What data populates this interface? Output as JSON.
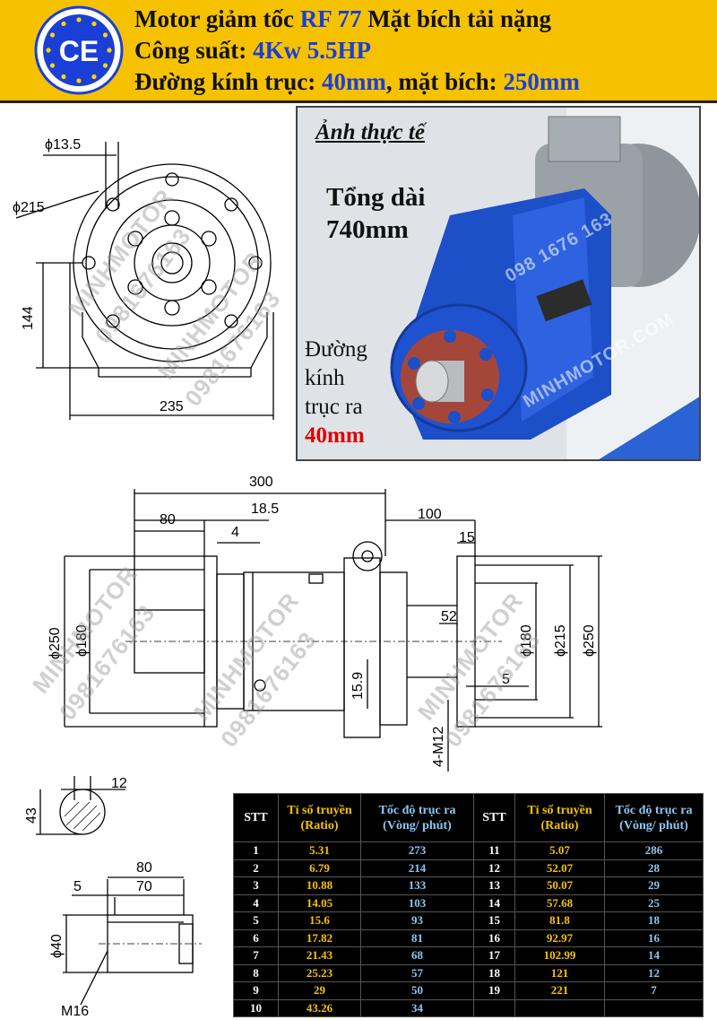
{
  "header": {
    "line1": {
      "prefix": "Motor giảm tốc ",
      "model": "RF 77",
      "suffix": " Mặt bích tải nặng"
    },
    "line2": {
      "prefix": "Công suất: ",
      "power": "4Kw 5.5HP"
    },
    "line3": {
      "prefix": "Đường kính trục: ",
      "shaft": "40mm",
      "mid": ", mặt bích: ",
      "flange": "250mm"
    },
    "logo": "ce-logo",
    "logo_text": "CE",
    "colors": {
      "background": "#f6c200",
      "accent": "#1a3fd6"
    }
  },
  "front_view": {
    "dims": {
      "hole": "ϕ13.5",
      "pcd": "ϕ215",
      "height": "144",
      "width": "235"
    }
  },
  "photo": {
    "caption": "Ảnh thực tế",
    "length_label": "Tổng dài",
    "length_value": "740mm",
    "shaft_label_1": "Đường",
    "shaft_label_2": "kính",
    "shaft_label_3": "trục ra",
    "shaft_value": "40mm",
    "colors": {
      "highlight": "#e00000"
    }
  },
  "side_view": {
    "dims": {
      "total": "300",
      "d18_5": "18.5",
      "d80": "80",
      "d4": "4",
      "d100": "100",
      "d15": "15",
      "d250_left": "ϕ250",
      "d180_left": "ϕ180",
      "d52": "52",
      "d15_9": "15.9",
      "d5": "5",
      "d180_right": "ϕ180",
      "d215": "ϕ215",
      "d250_right": "ϕ250",
      "bolts": "4-M12"
    }
  },
  "key_view": {
    "dims": {
      "width": "12",
      "height": "43"
    }
  },
  "shaft_view": {
    "dims": {
      "d80": "80",
      "d70": "70",
      "d5": "5",
      "dia": "ϕ40",
      "thread": "M16"
    }
  },
  "watermark": {
    "brand": "MINHMOTOR",
    "phone": "0981676163",
    "brand_photo": "MINHMOTOR.COM",
    "phone_photo": "098 1676 163"
  },
  "table": {
    "headers": {
      "stt": "STT",
      "ratio": [
        "Tỉ số truyền",
        "(Ratio)"
      ],
      "speed": [
        "Tốc độ trục ra",
        "(Vòng/ phút)"
      ]
    },
    "left": [
      {
        "stt": "1",
        "ratio": "5.31",
        "speed": "273"
      },
      {
        "stt": "2",
        "ratio": "6.79",
        "speed": "214"
      },
      {
        "stt": "3",
        "ratio": "10.88",
        "speed": "133"
      },
      {
        "stt": "4",
        "ratio": "14.05",
        "speed": "103"
      },
      {
        "stt": "5",
        "ratio": "15.6",
        "speed": "93"
      },
      {
        "stt": "6",
        "ratio": "17.82",
        "speed": "81"
      },
      {
        "stt": "7",
        "ratio": "21.43",
        "speed": "68"
      },
      {
        "stt": "8",
        "ratio": "25.23",
        "speed": "57"
      },
      {
        "stt": "9",
        "ratio": "29",
        "speed": "50"
      },
      {
        "stt": "10",
        "ratio": "43.26",
        "speed": "34"
      }
    ],
    "right": [
      {
        "stt": "11",
        "ratio": "5.07",
        "speed": "286"
      },
      {
        "stt": "12",
        "ratio": "52.07",
        "speed": "28"
      },
      {
        "stt": "13",
        "ratio": "50.07",
        "speed": "29"
      },
      {
        "stt": "14",
        "ratio": "57.68",
        "speed": "25"
      },
      {
        "stt": "15",
        "ratio": "81.8",
        "speed": "18"
      },
      {
        "stt": "16",
        "ratio": "92.97",
        "speed": "16"
      },
      {
        "stt": "17",
        "ratio": "102.99",
        "speed": "14"
      },
      {
        "stt": "18",
        "ratio": "121",
        "speed": "12"
      },
      {
        "stt": "19",
        "ratio": "221",
        "speed": "7"
      }
    ],
    "colors": {
      "stt": "#ffffff",
      "ratio": "#f6c200",
      "speed": "#8ec6f0",
      "background": "#000000"
    }
  }
}
